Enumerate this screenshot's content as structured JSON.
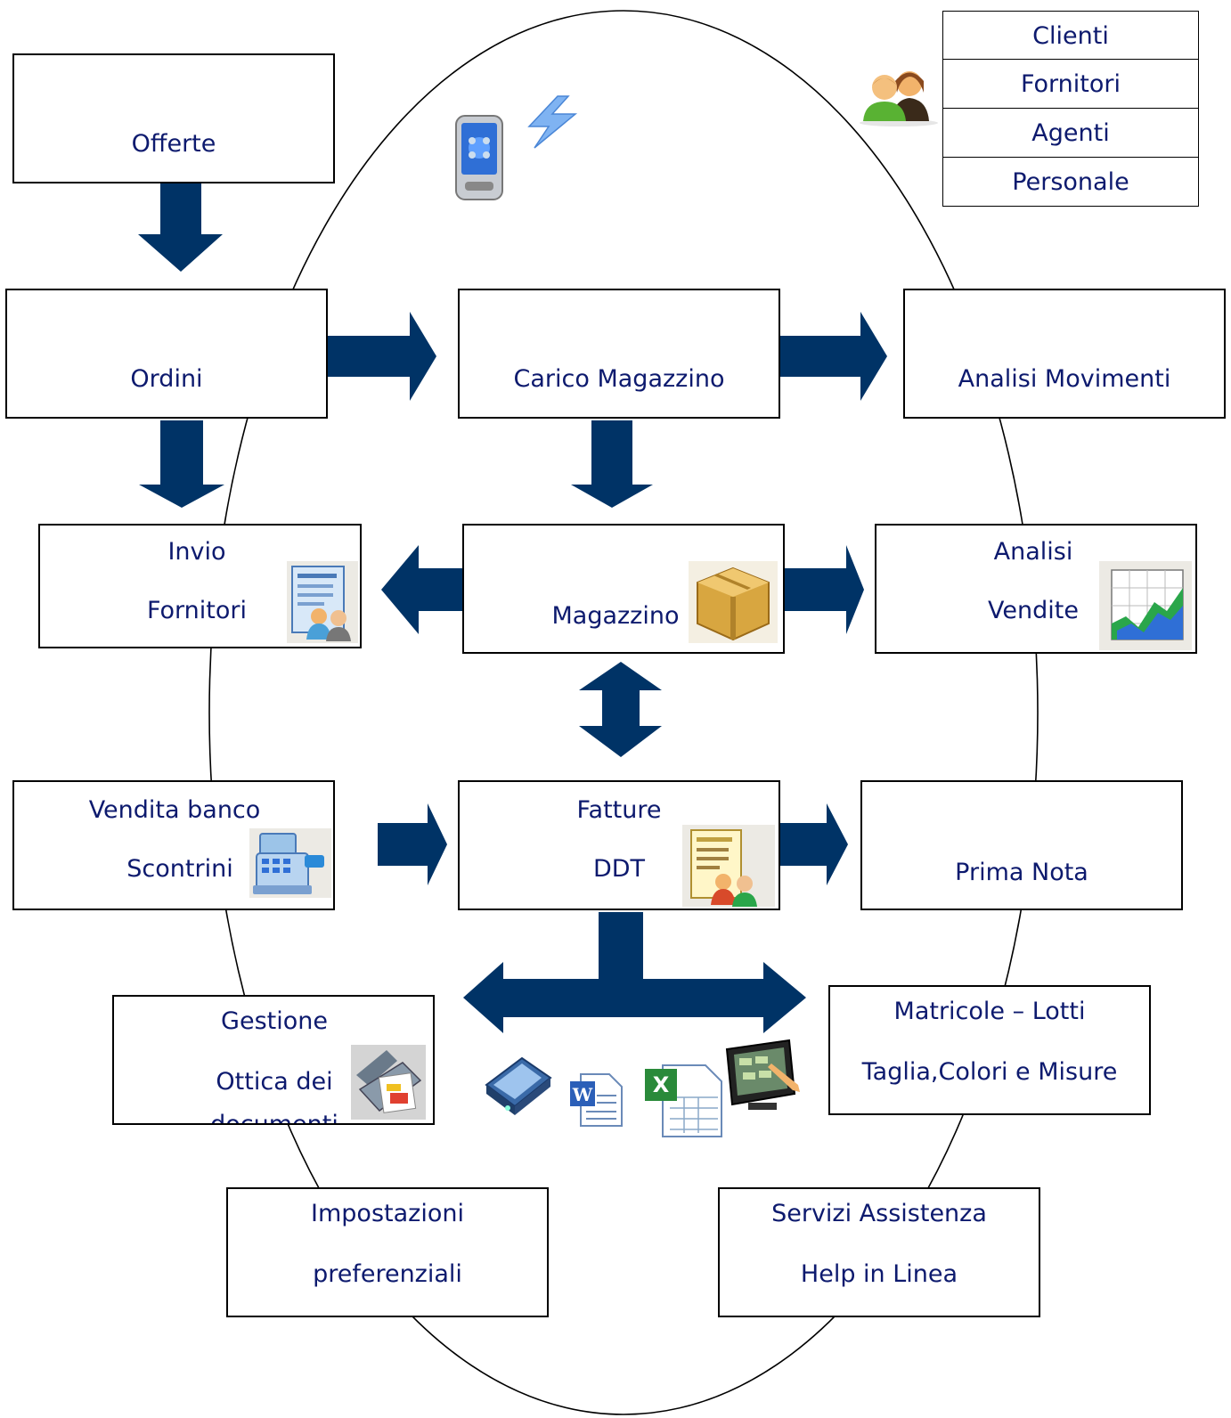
{
  "colors": {
    "arrow": "#003366",
    "text": "#0d1a6e",
    "border": "#000000"
  },
  "legend": {
    "items": [
      "Clienti",
      "Fornitori",
      "Agenti",
      "Personale"
    ]
  },
  "boxes": {
    "offerte": {
      "line1": "Offerte"
    },
    "ordini": {
      "line1": "Ordini"
    },
    "carico_magazzino": {
      "line1": "Carico Magazzino"
    },
    "analisi_movimenti": {
      "line1": "Analisi Movimenti"
    },
    "invio_fornitori": {
      "line1": "Invio",
      "line2": "Fornitori"
    },
    "magazzino": {
      "line1": "Magazzino"
    },
    "analisi_vendite": {
      "line1": "Analisi",
      "line2": "Vendite"
    },
    "vendita_banco": {
      "line1": "Vendita banco",
      "line2": "Scontrini"
    },
    "fatture": {
      "line1": "Fatture",
      "line2": "DDT"
    },
    "prima_nota": {
      "line1": "Prima Nota"
    },
    "gestione_ottica": {
      "line1": "Gestione",
      "line2": "Ottica dei",
      "line3": "documenti"
    },
    "matricole": {
      "line1": "Matricole – Lotti",
      "line2": "Taglia,Colori e Misure"
    },
    "impostazioni": {
      "line1": "Impostazioni",
      "line2": "preferenziali"
    },
    "servizi": {
      "line1": "Servizi Assistenza",
      "line2": "Help in Linea"
    }
  },
  "icons": [
    "pda-icon",
    "wireless-icon",
    "users-icon",
    "supplier-card-icon",
    "package-box-icon",
    "sales-chart-icon",
    "cash-register-icon",
    "invoice-card-icon",
    "scanner-icon",
    "word-document-icon",
    "excel-document-icon",
    "touch-pos-icon"
  ]
}
